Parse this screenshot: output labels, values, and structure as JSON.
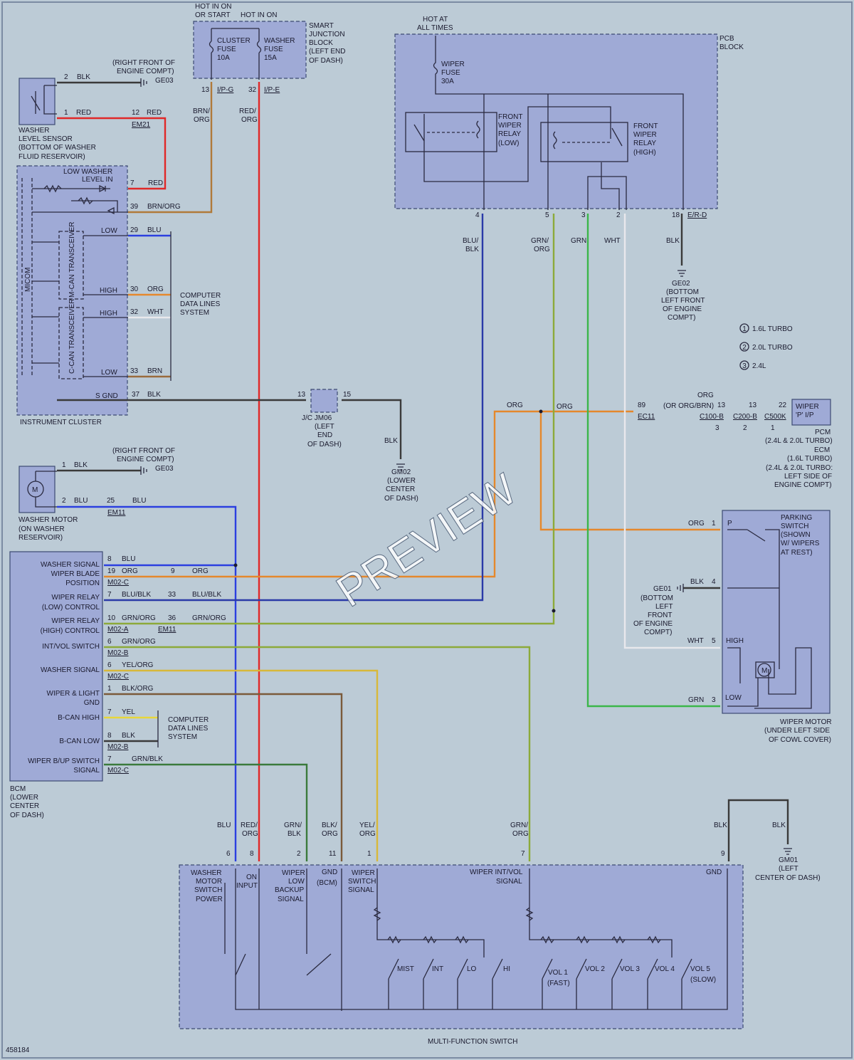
{
  "watermark": "PREVIEW",
  "diagram_id": "458184",
  "legend": [
    {
      "num": "1",
      "text": "1.6L TURBO"
    },
    {
      "num": "2",
      "text": "2.0L TURBO"
    },
    {
      "num": "3",
      "text": "2.4L"
    }
  ],
  "colors": {
    "red": "#e02828",
    "blu": "#2b3fe0",
    "org": "#e5882c",
    "grn": "#3bb64a",
    "yel": "#e8d63a",
    "blk": "#3a3a3a",
    "brn": "#9a6b3c",
    "wht": "#e8e8ec",
    "grnorg": "#8caa3a",
    "brnorg": "#b07a3a",
    "grnblk": "#3a7a3c",
    "blkorg": "#7a5a3a",
    "bluBlk": "#2a3aa8",
    "yelorg": "#d8b83a"
  },
  "sjb": {
    "hot1a": "HOT IN ON",
    "hot1b": "OR START",
    "hot2": "HOT IN ON",
    "fuse1a": "CLUSTER",
    "fuse1b": "FUSE",
    "fuse1c": "10A",
    "fuse2a": "WASHER",
    "fuse2b": "FUSE",
    "fuse2c": "15A",
    "name1": "SMART",
    "name2": "JUNCTION",
    "name3": "BLOCK",
    "name4": "(LEFT END",
    "name5": "OF DASH)",
    "pin13": "13",
    "conn13": "I/P-G",
    "pin32": "32",
    "conn32": "I/P-E",
    "wire1a": "BRN/",
    "wire1b": "ORG",
    "wire2a": "RED/",
    "wire2b": "ORG"
  },
  "pcb": {
    "hot1": "HOT AT",
    "hot2": "ALL TIMES",
    "name1": "PCB",
    "name2": "BLOCK",
    "fuse1": "WIPER",
    "fuse2": "FUSE",
    "fuse3": "30A",
    "relayLow1": "FRONT",
    "relayLow2": "WIPER",
    "relayLow3": "RELAY",
    "relayLow4": "(LOW)",
    "relayHigh1": "FRONT",
    "relayHigh2": "WIPER",
    "relayHigh3": "RELAY",
    "relayHigh4": "(HIGH)",
    "p4": "4",
    "p5": "5",
    "p3": "3",
    "p2": "2",
    "p18": "18",
    "conn18": "E/R-D",
    "w4a": "BLU/",
    "w4b": "BLK",
    "w5a": "GRN/",
    "w5b": "ORG",
    "w3": "GRN",
    "w2": "WHT",
    "w18": "BLK",
    "gnd1": "GE02",
    "gnd2": "(BOTTOM",
    "gnd3": "LEFT FRONT",
    "gnd4": "OF ENGINE",
    "gnd5": "COMPT)"
  },
  "sensor": {
    "name1": "WASHER",
    "name2": "LEVEL SENSOR",
    "name3": "(BOTTOM OF WASHER",
    "name4": "FLUID RESERVOIR)",
    "p2": "2",
    "w2": "BLK",
    "gnd1": "(RIGHT FRONT OF",
    "gnd2": "ENGINE COMPT)",
    "gnd3": "GE03",
    "p1": "1",
    "w1": "RED",
    "p12": "12",
    "w12": "RED",
    "conn12": "EM21"
  },
  "cluster": {
    "name": "INSTRUMENT CLUSTER",
    "low1": "LOW WASHER",
    "low2": "LEVEL IN",
    "micom": "MICOM",
    "mcan": "M-CAN TRANSCEIVER",
    "ccan": "C-CAN TRANSCEIVER",
    "p7": "7",
    "w7": "RED",
    "p39": "39",
    "w39": "BRN/ORG",
    "lowA": "LOW",
    "p29": "29",
    "w29": "BLU",
    "highA": "HIGH",
    "p30": "30",
    "w30": "ORG",
    "highB": "HIGH",
    "p32": "32",
    "w32": "WHT",
    "lowB": "LOW",
    "p33": "33",
    "w33": "BRN",
    "sgnd": "S GND",
    "p37": "37",
    "w37": "BLK",
    "cdl1": "COMPUTER",
    "cdl2": "DATA LINES",
    "cdl3": "SYSTEM"
  },
  "jc": {
    "p13": "13",
    "p15": "15",
    "name1": "J/C JM06",
    "name2": "(LEFT",
    "name3": "END",
    "name4": "OF DASH)",
    "w": "BLK",
    "gnd1": "GM02",
    "gnd2": "(LOWER",
    "gnd3": "CENTER",
    "gnd4": "OF DASH)"
  },
  "washerMotor": {
    "name1": "WASHER MOTOR",
    "name2": "(ON WASHER",
    "name3": "RESERVOIR)",
    "p1": "1",
    "w1": "BLK",
    "gnd1": "(RIGHT FRONT OF",
    "gnd2": "ENGINE COMPT)",
    "gnd3": "GE03",
    "p2": "2",
    "w2": "BLU",
    "p25": "25",
    "w25": "BLU",
    "conn25": "EM11",
    "m": "M"
  },
  "bcm": {
    "name1": "BCM",
    "name2": "(LOWER",
    "name3": "CENTER",
    "name4": "OF DASH)",
    "r1": "WASHER SIGNAL",
    "r1p": "8",
    "r1w": "BLU",
    "r2a": "WIPER BLADE",
    "r2b": "POSITION",
    "r2p": "19",
    "r2w": "ORG",
    "r2c": "M02-C",
    "r2p2": "9",
    "r2w2": "ORG",
    "r3a": "WIPER RELAY",
    "r3b": "(LOW) CONTROL",
    "r3p": "7",
    "r3w": "BLU/BLK",
    "r3p2": "33",
    "r3w2": "BLU/BLK",
    "r4a": "WIPER RELAY",
    "r4b": "(HIGH) CONTROL",
    "r4p": "10",
    "r4w": "GRN/ORG",
    "r4c": "M02-A",
    "r4p2": "36",
    "r4c2": "EM11",
    "r4w2": "GRN/ORG",
    "r5": "INT/VOL SWITCH",
    "r5p": "6",
    "r5w": "GRN/ORG",
    "r5c": "M02-B",
    "r6": "WASHER SIGNAL",
    "r6p": "6",
    "r6w": "YEL/ORG",
    "r6c": "M02-C",
    "r7a": "WIPER & LIGHT",
    "r7b": "GND",
    "r7p": "1",
    "r7w": "BLK/ORG",
    "r8": "B-CAN HIGH",
    "r8p": "7",
    "r8w": "YEL",
    "r9": "B-CAN LOW",
    "r9p": "8",
    "r9w": "BLK",
    "r9c": "M02-B",
    "r10a": "WIPER B/UP SWITCH",
    "r10b": "SIGNAL",
    "r10p": "7",
    "r10w": "GRN/BLK",
    "r10c": "M02-C",
    "cdl1": "COMPUTER",
    "cdl2": "DATA LINES",
    "cdl3": "SYSTEM"
  },
  "pcm": {
    "wOrg1": "ORG",
    "wOrg2": "ORG",
    "wOrg3": "ORG",
    "alt": "(OR ORG/BRN)",
    "p89": "89",
    "c89": "EC11",
    "p13a": "13",
    "c13a": "C100-B",
    "p13b": "13",
    "c13b": "C200-B",
    "p22": "22",
    "c22": "C500K",
    "n3": "3",
    "n2": "2",
    "n1": "1",
    "box1": "WIPER",
    "box2": "'P' I/P",
    "name1": "PCM",
    "name2": "(2.4L & 2.0L TURBO)",
    "name3": "ECM",
    "name4": "(1.6L TURBO)",
    "name5": "(2.4L & 2.0L TURBO:",
    "name6": "LEFT SIDE OF",
    "name7": "ENGINE COMPT)"
  },
  "wiperMotor": {
    "park1": "PARKING",
    "park2": "SWITCH",
    "park3": "(SHOWN",
    "park4": "W/ WIPERS",
    "park5": "AT REST)",
    "pP": "P",
    "p1": "1",
    "w1": "ORG",
    "p4": "4",
    "w4": "BLK",
    "gnd1": "GE01",
    "gnd2": "(BOTTOM",
    "gnd3": "LEFT",
    "gnd4": "FRONT",
    "gnd5": "OF ENGINE",
    "gnd6": "COMPT)",
    "p5": "5",
    "w5": "WHT",
    "high": "HIGH",
    "p3": "3",
    "w3": "GRN",
    "low": "LOW",
    "m": "M",
    "name1": "WIPER MOTOR",
    "name2": "(UNDER LEFT SIDE",
    "name3": "OF COWL COVER)"
  },
  "mfs": {
    "name": "MULTI-FUNCTION SWITCH",
    "w6": "BLU",
    "p6": "6",
    "w8a": "RED/",
    "w8b": "ORG",
    "p8": "8",
    "w2a": "GRN/",
    "w2b": "BLK",
    "p2": "2",
    "w11a": "BLK/",
    "w11b": "ORG",
    "p11": "11",
    "w1a": "YEL/",
    "w1b": "ORG",
    "p1": "1",
    "w7a": "GRN/",
    "w7b": "ORG",
    "p7": "7",
    "w9a": "BLK",
    "p9": "9",
    "w9b": "BLK",
    "gnd1": "GM01",
    "gnd2": "(LEFT",
    "gnd3": "CENTER OF DASH)",
    "l1a": "WASHER",
    "l1b": "MOTOR",
    "l1c": "SWITCH",
    "l1d": "POWER",
    "l2a": "ON",
    "l2b": "INPUT",
    "l3a": "WIPER",
    "l3b": "LOW",
    "l3c": "BACKUP",
    "l3d": "SIGNAL",
    "l4a": "GND",
    "l4b": "(BCM)",
    "l5a": "WIPER",
    "l5b": "SWITCH",
    "l5c": "SIGNAL",
    "l6a": "WIPER INT/VOL",
    "l6b": "SIGNAL",
    "l7": "GND",
    "s1": "MIST",
    "s2": "INT",
    "s3": "LO",
    "s4": "HI",
    "v1a": "VOL 1",
    "v1b": "(FAST)",
    "v2": "VOL 2",
    "v3": "VOL 3",
    "v4": "VOL 4",
    "v5a": "VOL 5",
    "v5b": "(SLOW)"
  }
}
